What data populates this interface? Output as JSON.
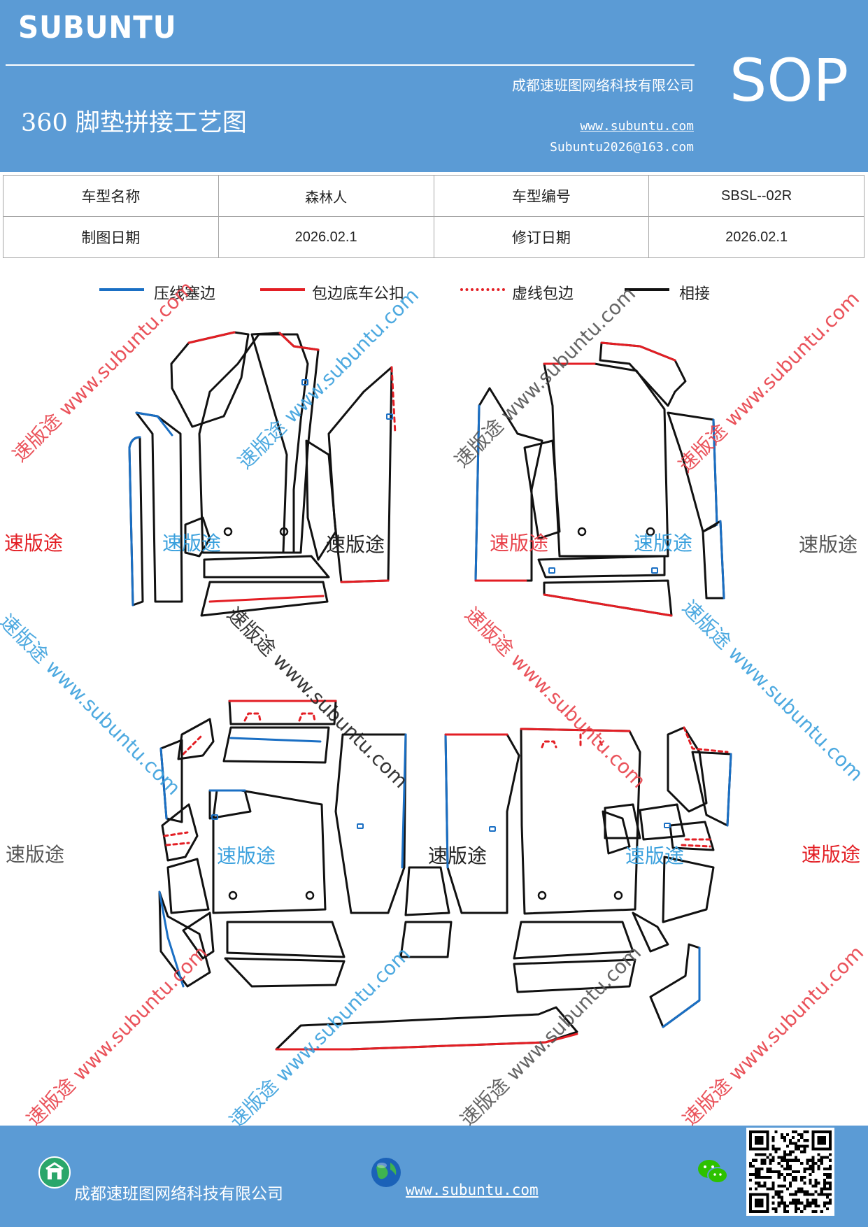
{
  "header": {
    "logo": "SUBUNTU",
    "company": "成都速班图网络科技有限公司",
    "title": "360 脚垫拼接工艺图",
    "website": "www.subuntu.com",
    "email": "Subuntu2026@163.com",
    "badge": "SOP"
  },
  "info_table": {
    "rows": [
      [
        "车型名称",
        "森林人",
        "车型编号",
        "SBSL--02R"
      ],
      [
        "制图日期",
        "2026.02.1",
        "修订日期",
        "2026.02.1"
      ]
    ]
  },
  "legend": [
    {
      "label": "压线塞边",
      "color": "#1a6fc4",
      "style": "solid"
    },
    {
      "label": "包边底车公扣",
      "color": "#e31e24",
      "style": "solid"
    },
    {
      "label": "虚线包边",
      "color": "#e31e24",
      "style": "dashed"
    },
    {
      "label": "相接",
      "color": "#111111",
      "style": "solid"
    }
  ],
  "watermarks": {
    "brand": "速版途",
    "site": "www.subuntu.com",
    "colors": {
      "red": "#e8414a",
      "blue": "#3aa0dd",
      "gray": "#555555",
      "black": "#222222"
    }
  },
  "footer": {
    "company": "成都速班图网络科技有限公司",
    "website": "www.subuntu.com",
    "icons": [
      "company-icon",
      "globe-icon",
      "wechat-icon",
      "qr-code"
    ]
  },
  "colors": {
    "header_bg": "#5b9bd5",
    "footer_bg": "#5b9bd5",
    "table_border": "#a6a6a6"
  }
}
